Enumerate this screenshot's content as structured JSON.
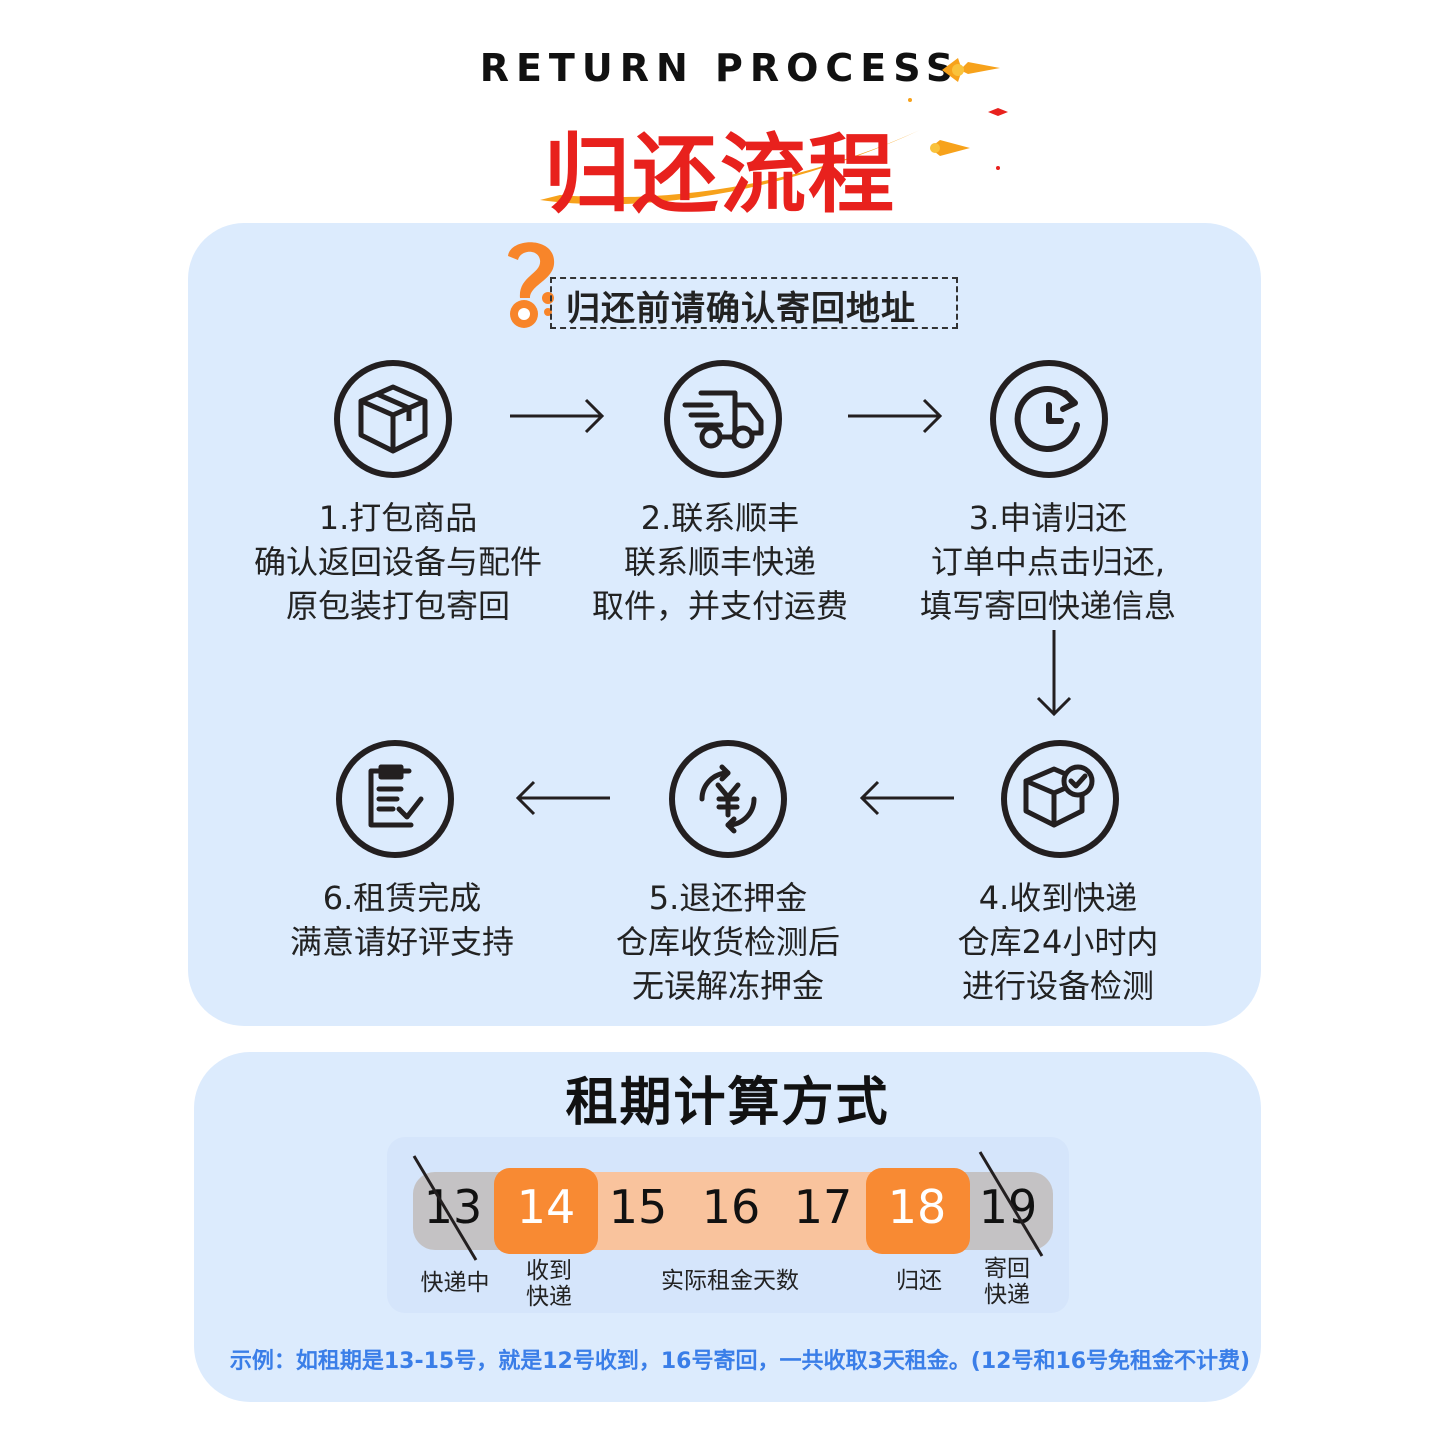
{
  "header": {
    "title_en": "RETURN PROCESS",
    "title_cn": "归还流程"
  },
  "notice": {
    "text": "归还前请确认寄回地址"
  },
  "steps": [
    {
      "title": "1.打包商品",
      "line1": "确认返回设备与配件",
      "line2": "原包装打包寄回",
      "icon": "package-box-icon"
    },
    {
      "title": "2.联系顺丰",
      "line1": "联系顺丰快递",
      "line2": "取件，并支付运费",
      "icon": "delivery-truck-icon"
    },
    {
      "title": "3.申请归还",
      "line1": "订单中点击归还,",
      "line2": "填写寄回快递信息",
      "icon": "clock-return-icon"
    },
    {
      "title": "4.收到快递",
      "line1": "仓库24小时内",
      "line2": "进行设备检测",
      "icon": "box-check-icon"
    },
    {
      "title": "5.退还押金",
      "line1": "仓库收货检测后",
      "line2": "无误解冻押金",
      "icon": "yuan-refund-icon"
    },
    {
      "title": "6.租赁完成",
      "line1": "满意请好评支持",
      "line2": "",
      "icon": "checklist-icon"
    }
  ],
  "rental": {
    "title": "租期计算方式",
    "days": [
      "13",
      "14",
      "15",
      "16",
      "17",
      "18",
      "19"
    ],
    "labels": {
      "d13": "快递中",
      "d14a": "收到",
      "d14b": "快递",
      "rent": "实际租金天数",
      "d18": "归还",
      "d19a": "寄回",
      "d19b": "快递"
    },
    "example": "示例：如租期是13-15号，就是12号收到，16号寄回，一共收取3天租金。(12号和16号免租金不计费)"
  },
  "colors": {
    "accent_red": "#e8211d",
    "accent_orange": "#f88a33",
    "panel_blue": "#dcebfd",
    "example_blue": "#3a7ee8"
  }
}
